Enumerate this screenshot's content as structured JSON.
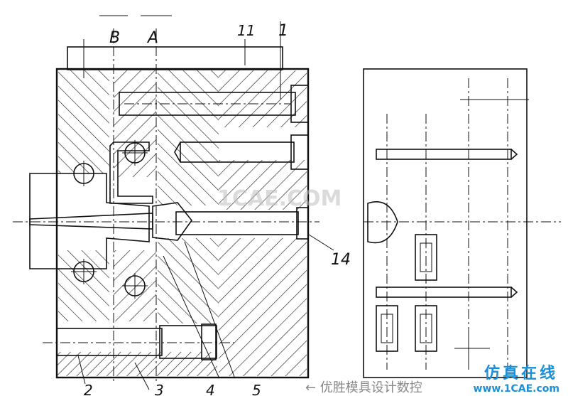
{
  "labels": {
    "section_b": "B",
    "section_a": "A",
    "part_11": "11",
    "part_1": "1",
    "part_14": "14",
    "part_2": "2",
    "part_3": "3",
    "part_4": "4",
    "part_5": "5"
  },
  "watermark": "1CAE.COM",
  "branding": {
    "cn": "仿真在线",
    "url": "www.1CAE.com"
  },
  "caption": "← 优胜模具设计数控"
}
